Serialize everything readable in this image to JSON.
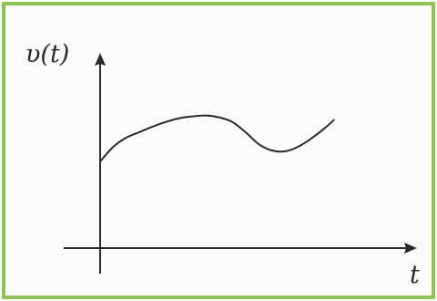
{
  "colors": {
    "frame_border": "#8dc454",
    "ink": "#2a2a2a",
    "background": "#fbfbfa"
  },
  "chart_data": {
    "type": "line",
    "ylabel": "υ(t)",
    "xlabel": "t",
    "grid": false,
    "legend": "none",
    "x_ticks": [],
    "y_ticks": [],
    "xlim": [
      0,
      10
    ],
    "ylim": [
      0,
      10
    ],
    "series": [
      {
        "points": [
          [
            0.0,
            4.7
          ],
          [
            0.5,
            5.5
          ],
          [
            1.0,
            6.0
          ],
          [
            1.5,
            6.3
          ],
          [
            2.0,
            6.6
          ],
          [
            2.5,
            6.85
          ],
          [
            3.0,
            7.05
          ],
          [
            3.5,
            7.15
          ],
          [
            4.0,
            7.2
          ],
          [
            4.5,
            7.1
          ],
          [
            5.0,
            6.85
          ],
          [
            5.5,
            6.3
          ],
          [
            6.0,
            5.65
          ],
          [
            6.5,
            5.3
          ],
          [
            7.0,
            5.25
          ],
          [
            7.5,
            5.5
          ],
          [
            8.0,
            5.95
          ],
          [
            8.5,
            6.5
          ],
          [
            8.85,
            6.95
          ]
        ]
      }
    ]
  }
}
